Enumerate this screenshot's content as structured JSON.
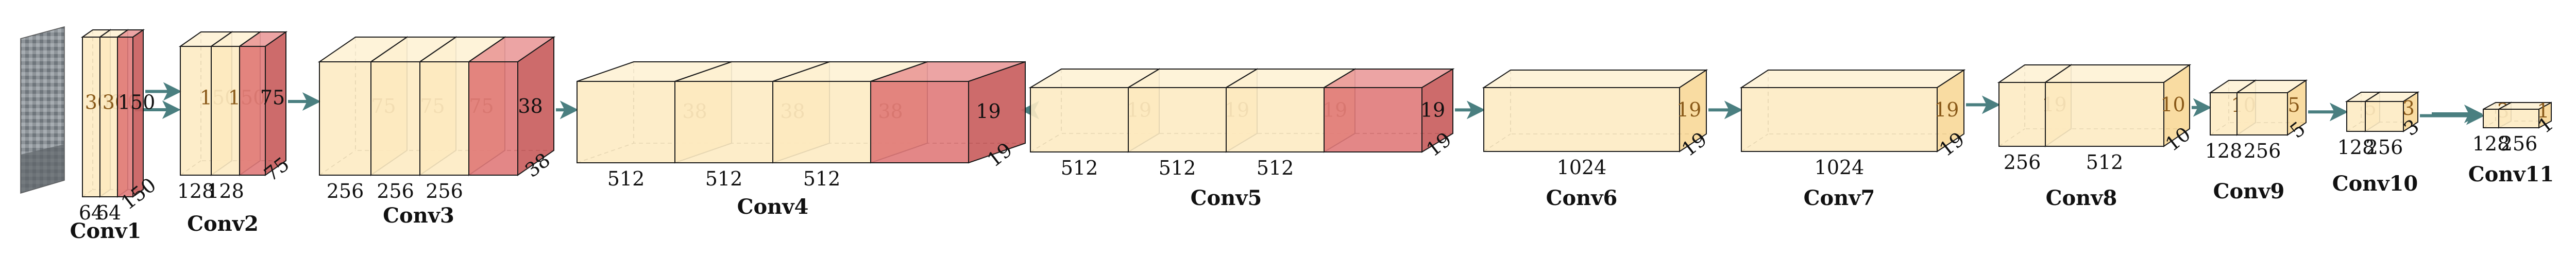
{
  "colors": {
    "conv_front": "#fdebc3",
    "conv_top": "#fef2d6",
    "conv_side": "#f8d99a",
    "pool_front": "#e07a7a",
    "pool_top": "#ea9c9c",
    "pool_side": "#c95e5e",
    "edge": "#1a1a1a",
    "arrow": "#4a7f80"
  },
  "input_image": {
    "icon": "street-scene-photo-icon"
  },
  "blocks": [
    {
      "label": "Conv1",
      "cubes": [
        {
          "kind": "conv",
          "channels": "64",
          "size": "300"
        },
        {
          "kind": "conv",
          "channels": "64",
          "size": "300"
        },
        {
          "kind": "pool",
          "channels": "",
          "size": "150"
        }
      ]
    },
    {
      "label": "Conv2",
      "cubes": [
        {
          "kind": "conv",
          "channels": "128",
          "size": "150"
        },
        {
          "kind": "conv",
          "channels": "128",
          "size": "150"
        },
        {
          "kind": "pool",
          "channels": "",
          "size": "75"
        }
      ]
    },
    {
      "label": "Conv3",
      "cubes": [
        {
          "kind": "conv",
          "channels": "256",
          "size": "75"
        },
        {
          "kind": "conv",
          "channels": "256",
          "size": "75"
        },
        {
          "kind": "conv",
          "channels": "256",
          "size": "75"
        },
        {
          "kind": "pool",
          "channels": "",
          "size": "38"
        }
      ]
    },
    {
      "label": "Conv4",
      "cubes": [
        {
          "kind": "conv",
          "channels": "512",
          "size": "38"
        },
        {
          "kind": "conv",
          "channels": "512",
          "size": "38"
        },
        {
          "kind": "conv",
          "channels": "512",
          "size": "38"
        },
        {
          "kind": "pool",
          "channels": "",
          "size": "19"
        }
      ]
    },
    {
      "label": "Conv5",
      "cubes": [
        {
          "kind": "conv",
          "channels": "512",
          "size": "19"
        },
        {
          "kind": "conv",
          "channels": "512",
          "size": "19"
        },
        {
          "kind": "conv",
          "channels": "512",
          "size": "19"
        },
        {
          "kind": "pool",
          "channels": "",
          "size": "19"
        }
      ]
    },
    {
      "label": "Conv6",
      "cubes": [
        {
          "kind": "conv",
          "channels": "1024",
          "size": "19"
        }
      ]
    },
    {
      "label": "Conv7",
      "cubes": [
        {
          "kind": "conv",
          "channels": "1024",
          "size": "19"
        }
      ]
    },
    {
      "label": "Conv8",
      "cubes": [
        {
          "kind": "conv",
          "channels": "256",
          "size": "19"
        },
        {
          "kind": "conv",
          "channels": "512",
          "size": "10"
        }
      ]
    },
    {
      "label": "Conv9",
      "cubes": [
        {
          "kind": "conv",
          "channels": "128",
          "size": "10"
        },
        {
          "kind": "conv",
          "channels": "256",
          "size": "5"
        }
      ]
    },
    {
      "label": "Conv10",
      "cubes": [
        {
          "kind": "conv",
          "channels": "128",
          "size": "5"
        },
        {
          "kind": "conv",
          "channels": "256",
          "size": "3"
        }
      ]
    },
    {
      "label": "Conv11",
      "cubes": [
        {
          "kind": "conv",
          "channels": "128",
          "size": "3"
        },
        {
          "kind": "conv",
          "channels": "256",
          "size": "1"
        }
      ]
    }
  ]
}
